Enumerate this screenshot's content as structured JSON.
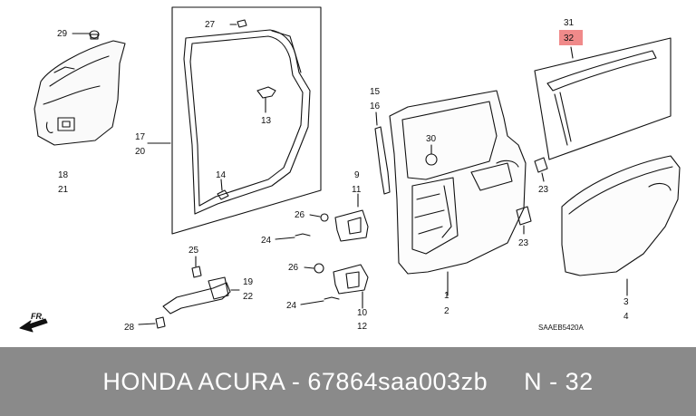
{
  "diagram": {
    "callouts": {
      "c29": "29",
      "c27": "27",
      "c13": "13",
      "c17": "17",
      "c20": "20",
      "c18": "18",
      "c21": "21",
      "c14": "14",
      "c15": "15",
      "c16": "16",
      "c30": "30",
      "c9": "9",
      "c11": "11",
      "c26a": "26",
      "c24a": "24",
      "c25": "25",
      "c26b": "26",
      "c24b": "24",
      "c19": "19",
      "c22": "22",
      "c28": "28",
      "c10": "10",
      "c12": "12",
      "c1": "1",
      "c2": "2",
      "c31": "31",
      "c32": "32",
      "c23a": "23",
      "c23b": "23",
      "c3": "3",
      "c4": "4"
    },
    "highlighted_callout": "32",
    "highlight_color": "#f08a8a",
    "front_arrow_label": "FR.",
    "diagram_code": "SAAEB5420A"
  },
  "footer": {
    "caption": "HONDA ACURA - 67864saa003zb     N - 32",
    "background": "#8a8a8a",
    "text_color": "#ffffff"
  }
}
